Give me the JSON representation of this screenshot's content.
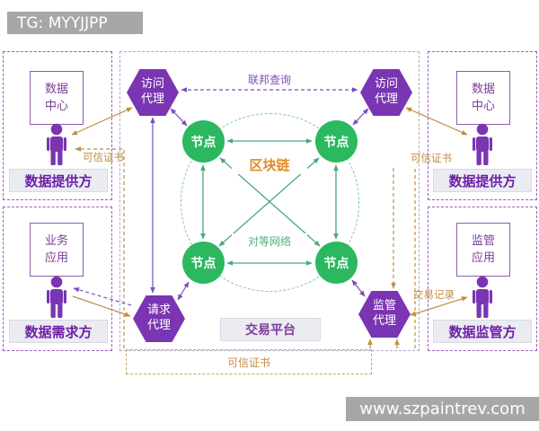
{
  "header": {
    "tag_label": "TG: MYYJJPP"
  },
  "watermark": {
    "text": "www.szpaintrev.com"
  },
  "groups": {
    "top_left": {
      "app": "数据中心",
      "role": "数据提供方"
    },
    "bottom_left": {
      "app": "业务应用",
      "role": "数据需求方"
    },
    "top_right": {
      "app": "数据中心",
      "role": "数据提供方"
    },
    "bottom_right": {
      "app": "监管应用",
      "role": "数据监管方"
    }
  },
  "center": {
    "hexagons": {
      "top_left": "访问代理",
      "top_right": "访问代理",
      "bottom_left": "请求代理",
      "bottom_right": "监管代理"
    },
    "nodes": [
      "节点",
      "节点",
      "节点",
      "节点"
    ],
    "blockchain_label": "区块链",
    "p2p_label": "对等网络",
    "federated_query_label": "联邦查询",
    "platform_label": "交易平台"
  },
  "edge_labels": {
    "trusted_cert_left": "可信证书",
    "trusted_cert_right": "可信证书",
    "trusted_cert_bottom": "可信证书",
    "transaction_record": "交易记录"
  },
  "colors": {
    "purple": "#7a35b2",
    "purple_text": "#7d3c98",
    "purple_line": "#7b4fc0",
    "green_node": "#2bb85f",
    "green_line": "#4ba87f",
    "teal_dashed": "#7cc5b4",
    "orange_line": "#c08e45",
    "blockchain_orange": "#e08a26",
    "badge_gray": "#a7a7a7",
    "box_gray": "#ebebf2"
  }
}
